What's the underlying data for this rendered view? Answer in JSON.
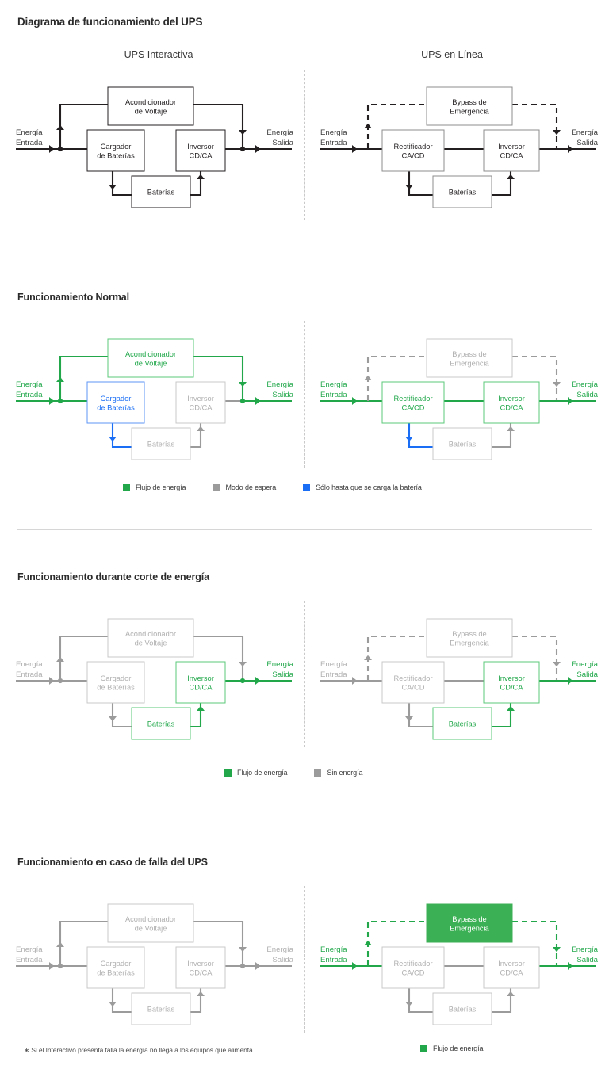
{
  "document": {
    "title": "Diagrama de funcionamiento del UPS"
  },
  "colors": {
    "green": "#22a84b",
    "green_light": "#5cc878",
    "green_fill": "#3cb054",
    "blue": "#1a6ef5",
    "grey": "#9b9b9b",
    "grey_light": "#c9c9c9",
    "black": "#231f20",
    "text": "#3a3a3a",
    "divider": "#d6d6d6"
  },
  "column_headers": {
    "left": "UPS Interactiva",
    "right": "UPS en Línea"
  },
  "labels": {
    "input": "Energía\nEntrada",
    "input_line1": "Energía",
    "input_line2": "Entrada",
    "output_line1": "Energía",
    "output_line2": "Salida"
  },
  "blocks": {
    "conditioner_line1": "Acondicionador",
    "conditioner_line2": "de Voltaje",
    "charger_line1": "Cargador",
    "charger_line2": "de Baterías",
    "inverter_line1": "Inversor",
    "inverter_line2": "CD/CA",
    "batteries": "Baterías",
    "bypass_line1": "Bypass de",
    "bypass_line2": "Emergencia",
    "rectifier_line1": "Rectificador",
    "rectifier_line2": "CA/CD"
  },
  "sections": [
    {
      "id": "overview",
      "title": "Diagrama de funcionamiento del UPS",
      "has_column_headers": true,
      "legend": [],
      "footnote": null
    },
    {
      "id": "normal",
      "title": "Funcionamiento Normal",
      "has_column_headers": false,
      "legend": [
        {
          "label": "Flujo de energía",
          "color": "#22a84b"
        },
        {
          "label": "Modo de espera",
          "color": "#9b9b9b"
        },
        {
          "label": "Sólo hasta que se carga la batería",
          "color": "#1a6ef5"
        }
      ],
      "footnote": null
    },
    {
      "id": "outage",
      "title": "Funcionamiento durante corte de energía",
      "has_column_headers": false,
      "legend": [
        {
          "label": "Flujo de energía",
          "color": "#22a84b"
        },
        {
          "label": "Sin energía",
          "color": "#9b9b9b"
        }
      ],
      "footnote": null
    },
    {
      "id": "failure",
      "title": "Funcionamiento en caso de falla del UPS",
      "has_column_headers": false,
      "legend": [
        {
          "label": "Flujo de energía",
          "color": "#22a84b"
        }
      ],
      "footnote": "∗  Si el Interactivo presenta falla la energía no llega a los equipos que alimenta"
    }
  ],
  "diagram_states": {
    "overview_left": {
      "type": "interactive",
      "input_label_color": "#3a3a3a",
      "output_label_color": "#3a3a3a",
      "boxes": {
        "conditioner": {
          "stroke": "#231f20",
          "fill": "none",
          "text": "#231f20"
        },
        "charger": {
          "stroke": "#231f20",
          "fill": "none",
          "text": "#231f20"
        },
        "inverter": {
          "stroke": "#231f20",
          "fill": "none",
          "text": "#231f20"
        },
        "batteries": {
          "stroke": "#231f20",
          "fill": "none",
          "text": "#231f20"
        }
      },
      "paths": {
        "main_in": "#231f20",
        "up_to_cond": "#231f20",
        "cond_out": "#231f20",
        "main_out": "#231f20",
        "charger_to_bat": "#231f20",
        "bat_to_inv": "#231f20",
        "inv_to_out": "#231f20"
      }
    },
    "overview_right": {
      "type": "online",
      "input_label_color": "#3a3a3a",
      "output_label_color": "#3a3a3a",
      "boxes": {
        "bypass": {
          "stroke": "#8c8c8c",
          "fill": "none",
          "text": "#231f20"
        },
        "rectifier": {
          "stroke": "#8c8c8c",
          "fill": "none",
          "text": "#231f20"
        },
        "inverter": {
          "stroke": "#8c8c8c",
          "fill": "none",
          "text": "#231f20"
        },
        "batteries": {
          "stroke": "#8c8c8c",
          "fill": "none",
          "text": "#231f20"
        }
      },
      "paths": {
        "main_in": "#231f20",
        "bypass_loop": "#231f20",
        "main_mid": "#231f20",
        "main_out": "#231f20",
        "rect_to_bat": "#231f20",
        "bat_to_inv": "#231f20"
      }
    },
    "normal_left": {
      "type": "interactive",
      "input_label_color": "#22a84b",
      "output_label_color": "#22a84b",
      "boxes": {
        "conditioner": {
          "stroke": "#5cc878",
          "fill": "none",
          "text": "#22a84b"
        },
        "charger": {
          "stroke": "#5b96f7",
          "fill": "none",
          "text": "#1a6ef5"
        },
        "inverter": {
          "stroke": "#c9c9c9",
          "fill": "none",
          "text": "#b0b0b0"
        },
        "batteries": {
          "stroke": "#c9c9c9",
          "fill": "none",
          "text": "#b0b0b0"
        }
      },
      "paths": {
        "main_in": "#22a84b",
        "up_to_cond": "#22a84b",
        "cond_out": "#22a84b",
        "main_out": "#22a84b",
        "charger_to_bat": "#1a6ef5",
        "bat_to_inv": "#9b9b9b",
        "inv_to_out": "#9b9b9b"
      }
    },
    "normal_right": {
      "type": "online",
      "input_label_color": "#22a84b",
      "output_label_color": "#22a84b",
      "boxes": {
        "bypass": {
          "stroke": "#c9c9c9",
          "fill": "none",
          "text": "#b0b0b0"
        },
        "rectifier": {
          "stroke": "#5cc878",
          "fill": "none",
          "text": "#22a84b"
        },
        "inverter": {
          "stroke": "#5cc878",
          "fill": "none",
          "text": "#22a84b"
        },
        "batteries": {
          "stroke": "#c9c9c9",
          "fill": "none",
          "text": "#b0b0b0"
        }
      },
      "paths": {
        "main_in": "#22a84b",
        "bypass_loop": "#9b9b9b",
        "main_mid": "#22a84b",
        "main_out": "#22a84b",
        "rect_to_bat": "#1a6ef5",
        "bat_to_inv": "#9b9b9b"
      }
    },
    "outage_left": {
      "type": "interactive",
      "input_label_color": "#b0b0b0",
      "output_label_color": "#22a84b",
      "boxes": {
        "conditioner": {
          "stroke": "#c9c9c9",
          "fill": "none",
          "text": "#b0b0b0"
        },
        "charger": {
          "stroke": "#c9c9c9",
          "fill": "none",
          "text": "#b0b0b0"
        },
        "inverter": {
          "stroke": "#5cc878",
          "fill": "none",
          "text": "#22a84b"
        },
        "batteries": {
          "stroke": "#5cc878",
          "fill": "none",
          "text": "#22a84b"
        }
      },
      "paths": {
        "main_in": "#9b9b9b",
        "up_to_cond": "#9b9b9b",
        "cond_out": "#9b9b9b",
        "main_out": "#22a84b",
        "charger_to_bat": "#9b9b9b",
        "bat_to_inv": "#22a84b",
        "inv_to_out": "#22a84b"
      }
    },
    "outage_right": {
      "type": "online",
      "input_label_color": "#b0b0b0",
      "output_label_color": "#22a84b",
      "boxes": {
        "bypass": {
          "stroke": "#c9c9c9",
          "fill": "none",
          "text": "#b0b0b0"
        },
        "rectifier": {
          "stroke": "#c9c9c9",
          "fill": "none",
          "text": "#b0b0b0"
        },
        "inverter": {
          "stroke": "#5cc878",
          "fill": "none",
          "text": "#22a84b"
        },
        "batteries": {
          "stroke": "#5cc878",
          "fill": "none",
          "text": "#22a84b"
        }
      },
      "paths": {
        "main_in": "#9b9b9b",
        "bypass_loop": "#9b9b9b",
        "main_mid": "#9b9b9b",
        "main_out": "#22a84b",
        "rect_to_bat": "#9b9b9b",
        "bat_to_inv": "#22a84b"
      }
    },
    "failure_left": {
      "type": "interactive",
      "input_label_color": "#b0b0b0",
      "output_label_color": "#b0b0b0",
      "boxes": {
        "conditioner": {
          "stroke": "#c9c9c9",
          "fill": "none",
          "text": "#b0b0b0"
        },
        "charger": {
          "stroke": "#c9c9c9",
          "fill": "none",
          "text": "#b0b0b0"
        },
        "inverter": {
          "stroke": "#c9c9c9",
          "fill": "none",
          "text": "#b0b0b0"
        },
        "batteries": {
          "stroke": "#c9c9c9",
          "fill": "none",
          "text": "#b0b0b0"
        }
      },
      "paths": {
        "main_in": "#9b9b9b",
        "up_to_cond": "#9b9b9b",
        "cond_out": "#9b9b9b",
        "main_out": "#9b9b9b",
        "charger_to_bat": "#9b9b9b",
        "bat_to_inv": "#9b9b9b",
        "inv_to_out": "#9b9b9b"
      }
    },
    "failure_right": {
      "type": "online",
      "input_label_color": "#22a84b",
      "output_label_color": "#22a84b",
      "boxes": {
        "bypass": {
          "stroke": "#3cb054",
          "fill": "#3cb054",
          "text": "#ffffff"
        },
        "rectifier": {
          "stroke": "#c9c9c9",
          "fill": "none",
          "text": "#b0b0b0"
        },
        "inverter": {
          "stroke": "#c9c9c9",
          "fill": "none",
          "text": "#b0b0b0"
        },
        "batteries": {
          "stroke": "#c9c9c9",
          "fill": "none",
          "text": "#b0b0b0"
        }
      },
      "paths": {
        "main_in": "#22a84b",
        "bypass_loop": "#22a84b",
        "main_mid": "#9b9b9b",
        "main_out": "#22a84b",
        "rect_to_bat": "#9b9b9b",
        "bat_to_inv": "#9b9b9b"
      }
    }
  }
}
